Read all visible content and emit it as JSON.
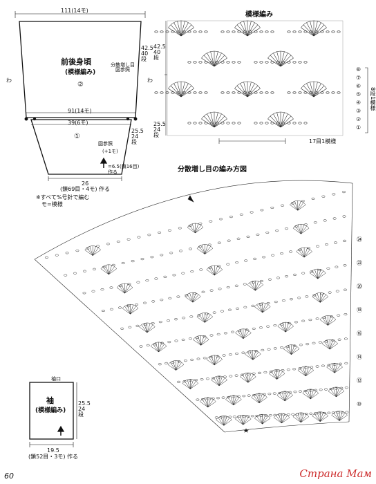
{
  "body_schematic": {
    "top_width": "111(14モ)",
    "title": "前後身頃",
    "subtitle": "(模様編み)",
    "section_num_upper": "②",
    "section_num_lower": "①",
    "ref_note": "分散増し目\n図参照",
    "wa": "わ",
    "mid_width": "91(14モ)",
    "lower_width": "39(6モ)",
    "upper_height": "42.5\n40\n段",
    "lower_height": "25.5\n24\n段",
    "ref_small": "図参照",
    "plus_one": "(+1モ)",
    "arrow_note": "=6.5(鎖16目)\n作る",
    "bottom_width": "26",
    "bottom_chain": "(鎖69目・4モ) 作る"
  },
  "notes": {
    "line1": "※すべて%号針で編む",
    "line2": "モ=模様"
  },
  "pattern_chart": {
    "title": "模様編み",
    "row_labels": [
      "⑧",
      "⑦",
      "⑥",
      "⑤",
      "④",
      "③",
      "②",
      "①"
    ],
    "bracket_label": "8段1模様",
    "repeat_label": "17目1模様"
  },
  "fan_chart": {
    "title": "分散増し目の編み方図",
    "row_labels": [
      "㉔",
      "㉒",
      "⑳",
      "⑱",
      "⑯",
      "⑭",
      "⑫",
      "⑩"
    ]
  },
  "sleeve_schematic": {
    "cuff": "袖口",
    "title": "袖",
    "subtitle": "(模様編み)",
    "height": "25.5\n24\n段",
    "width": "19.5",
    "chain": "(鎖52目・3モ) 作る"
  },
  "page_number": "60",
  "watermark": "Страна Мам"
}
